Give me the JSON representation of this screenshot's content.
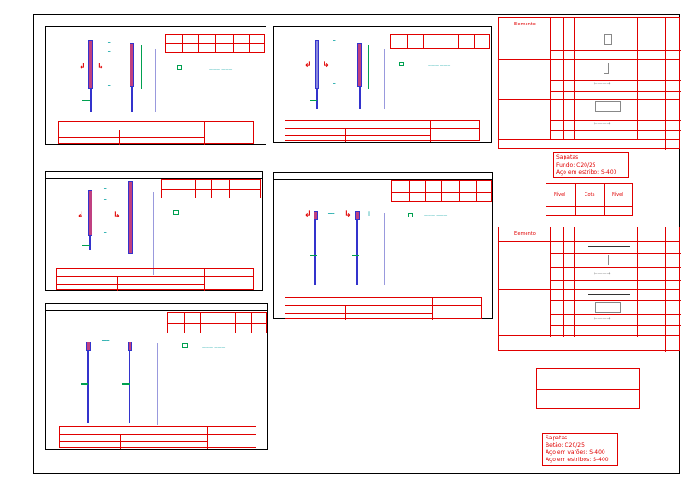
{
  "title": "",
  "schedule_top": {
    "header": "Elemento",
    "rows": [
      "",
      "",
      ""
    ]
  },
  "legend_1": {
    "line1": "Sapatas",
    "line2": "Fundo: C20/25",
    "line3": "Aço em estribo: S-400"
  },
  "small_table": {
    "headers": [
      "Nível",
      "Cota",
      "Nível"
    ],
    "values": [
      "",
      "",
      ""
    ]
  },
  "schedule_bottom": {
    "header": "Elemento"
  },
  "legend_2": {
    "line1": "Sapatas",
    "line2": "Betão: C20/25",
    "line3": "Aço em varões: S-400",
    "line4": "Aço em estribos: S-400"
  },
  "colors": {
    "red": "#e00000",
    "blue": "#3333cc",
    "green": "#00a050",
    "cyan": "#00b8b8"
  }
}
